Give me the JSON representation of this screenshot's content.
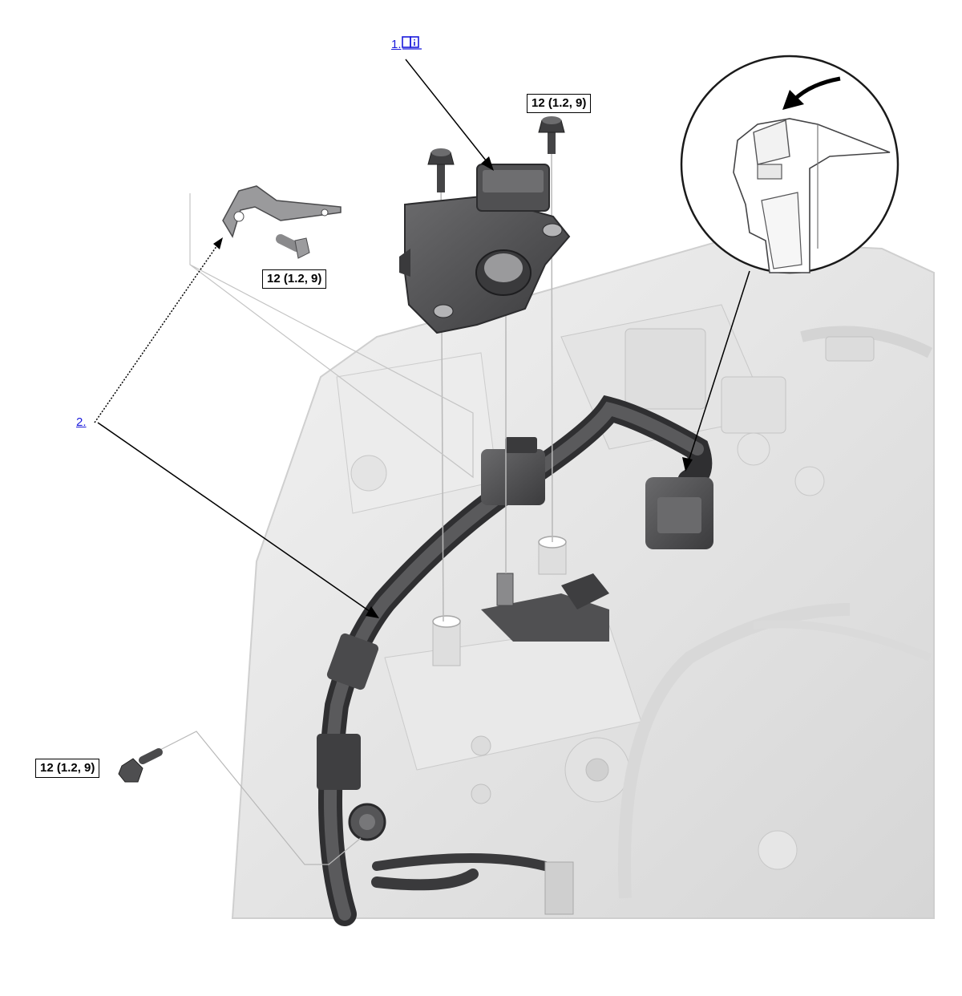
{
  "steps": {
    "step1": {
      "label": "1.",
      "icon": "manual-book-icon"
    },
    "step2": {
      "label": "2."
    }
  },
  "torque": {
    "top": "12 (1.2, 9)",
    "bracket": "12 (1.2, 9)",
    "lower_left": "12 (1.2, 9)"
  },
  "colors": {
    "link": "#1a1adc",
    "part_dark": "#4a4a4c",
    "casing": "#e6e6e6"
  }
}
